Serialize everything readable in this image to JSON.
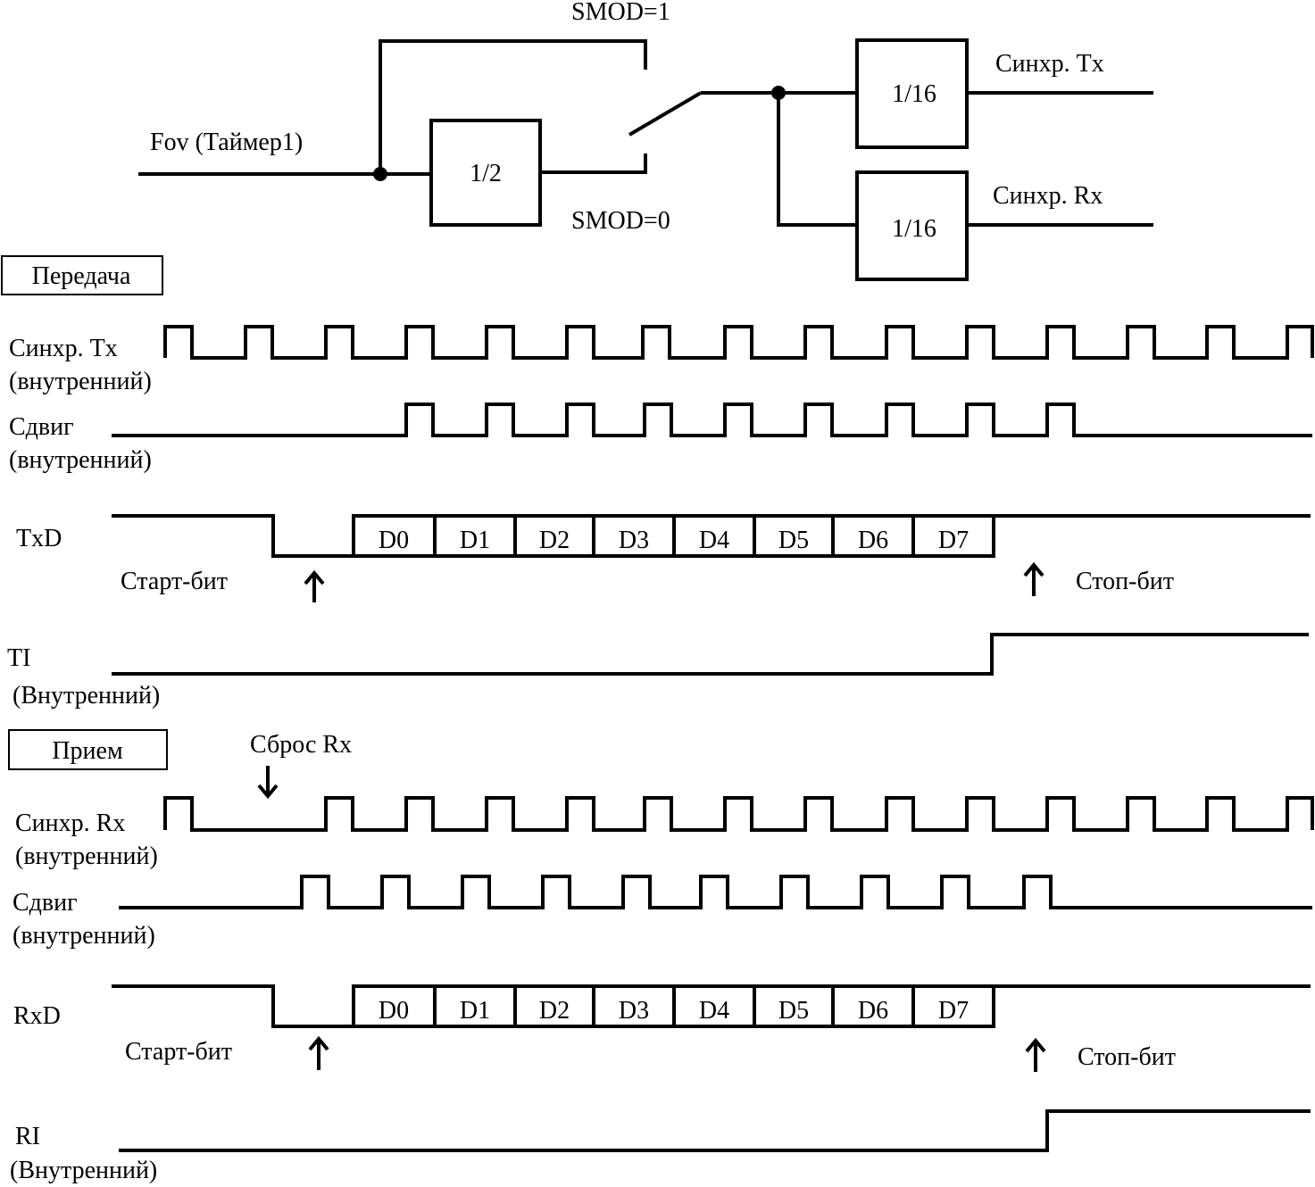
{
  "block_diagram": {
    "input_label": "Fov (Таймер1)",
    "divider_half": "1/2",
    "smod1_label": "SMOD=1",
    "smod0_label": "SMOD=0",
    "divider_tx": "1/16",
    "divider_rx": "1/16",
    "sync_tx_label": "Синхр. Tx",
    "sync_rx_label": "Синхр. Rx"
  },
  "transmit": {
    "section_title": "Передача",
    "sync_label": "Синхр. Tx",
    "sync_sub": "(внутренний)",
    "shift_label": "Сдвиг",
    "shift_sub": "(внутренний)",
    "data_label": "TxD",
    "bits": [
      "D0",
      "D1",
      "D2",
      "D3",
      "D4",
      "D5",
      "D6",
      "D7"
    ],
    "start_bit": "Старт-бит",
    "stop_bit": "Стоп-бит",
    "flag_label": "TI",
    "flag_sub": "(Внутренний)"
  },
  "receive": {
    "section_title": "Прием",
    "reset_label": "Сброс Rx",
    "sync_label": "Синхр. Rx",
    "sync_sub": "(внутренний)",
    "shift_label": "Сдвиг",
    "shift_sub": "(внутренний)",
    "data_label": "RxD",
    "bits": [
      "D0",
      "D1",
      "D2",
      "D3",
      "D4",
      "D5",
      "D6",
      "D7"
    ],
    "start_bit": "Старт-бит",
    "stop_bit": "Стоп-бит",
    "flag_label": "RI",
    "flag_sub": "(Внутренний)"
  }
}
